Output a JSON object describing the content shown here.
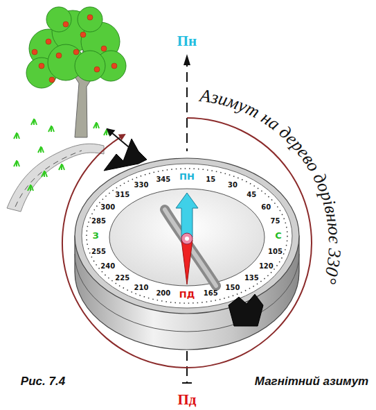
{
  "diagram": {
    "caption": "Рис. 7.4",
    "labels": [
      "Пн",
      "Азимут на дерево дорівнює 330°",
      "ПН",
      "15",
      "30",
      "45",
      "60",
      "75",
      "С",
      "105",
      "120",
      "135",
      "150",
      "165",
      "ПД",
      "200",
      "210",
      "225",
      "240",
      "255",
      "З",
      "285",
      "300",
      "315",
      "330",
      "345",
      "Пд",
      "Магнітний азимут"
    ]
  }
}
